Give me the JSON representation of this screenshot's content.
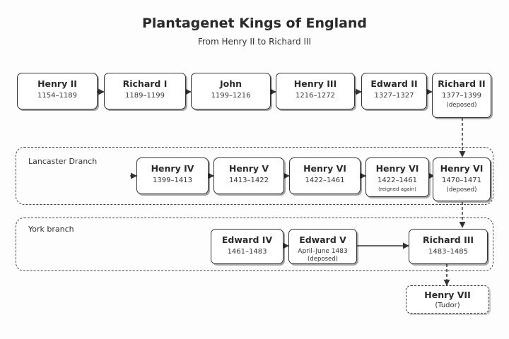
{
  "title": "Plantagenet Kings of England",
  "subtitle": "From Henry II to Richard III",
  "groups": {
    "lancaster": {
      "label": "Lancaster Dranch"
    },
    "york": {
      "label": "York branch"
    }
  },
  "main_line": [
    {
      "name": "Henry II",
      "years": "1154–1189"
    },
    {
      "name": "Richard I",
      "years": "1189–1199"
    },
    {
      "name": "John",
      "years": "1199–1216"
    },
    {
      "name": "Henry III",
      "years": "1216–1272"
    },
    {
      "name": "Edward II",
      "years": "1327–1327"
    },
    {
      "name": "Richard II",
      "years": "1377–1399",
      "note": "(deposed)"
    }
  ],
  "lancaster": [
    {
      "name": "Henry IV",
      "years": "1399–1413"
    },
    {
      "name": "Henry V",
      "years": "1413–1422"
    },
    {
      "name": "Henry VI",
      "years": "1422–1461"
    },
    {
      "name": "Henry VI",
      "years": "1422–1461",
      "note": "(reigned again)"
    },
    {
      "name": "Henry VI",
      "years": "1470–1471",
      "note": "(deposed)"
    }
  ],
  "york": [
    {
      "name": "Edward IV",
      "years": "1461–1483"
    },
    {
      "name": "Edward V",
      "years": "April–June 1483",
      "note": "(deposed)"
    },
    {
      "name": "Richard III",
      "years": "1483–1485"
    }
  ],
  "successor": {
    "name": "Henry VII",
    "years": "(Tudor)"
  }
}
